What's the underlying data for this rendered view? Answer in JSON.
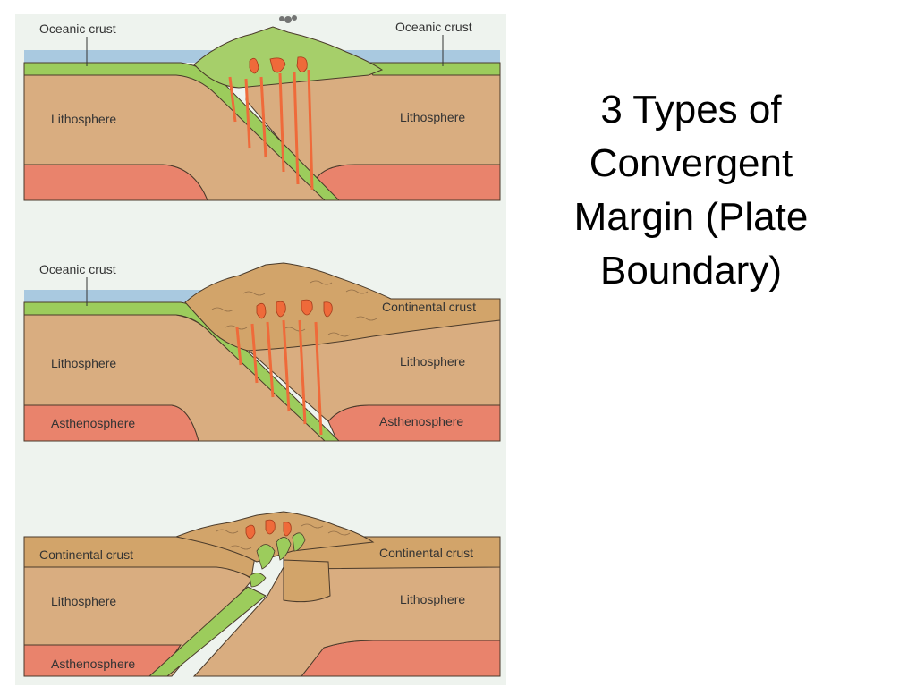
{
  "slide": {
    "title_lines": [
      "3 Types of",
      "Convergent",
      "Margin (Plate",
      "Boundary)"
    ]
  },
  "panels": {
    "oceanic_oceanic": {
      "left_crust": "Oceanic crust",
      "right_crust": "Oceanic crust",
      "left_lithosphere": "Lithosphere",
      "right_lithosphere": "Lithosphere"
    },
    "oceanic_continental": {
      "left_crust": "Oceanic crust",
      "right_crust": "Continental crust",
      "left_lithosphere": "Lithosphere",
      "right_lithosphere": "Lithosphere",
      "left_asthenosphere": "Asthenosphere",
      "right_asthenosphere": "Asthenosphere"
    },
    "continental_continental": {
      "left_crust": "Continental crust",
      "right_crust": "Continental crust",
      "left_lithosphere": "Lithosphere",
      "right_lithosphere": "Lithosphere",
      "left_asthenosphere": "Asthenosphere"
    }
  },
  "colors": {
    "page_bg": "#eef3ee",
    "ocean": "#a9c9e0",
    "oceanic_crust": "#9ccc5c",
    "lithosphere": "#d9ad80",
    "asthenosphere": "#e9836c",
    "continental_crust": "#d2a46a",
    "magma": "#ef6a3a",
    "outline": "#4a3a2a"
  }
}
